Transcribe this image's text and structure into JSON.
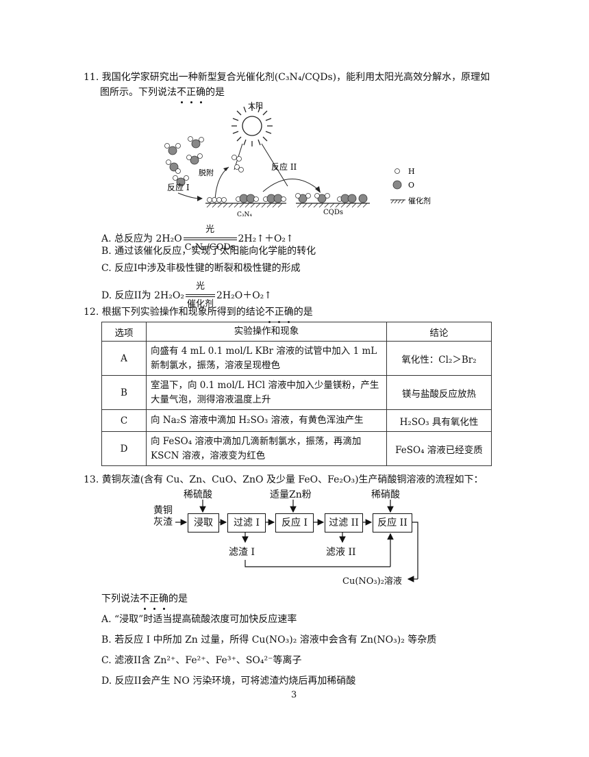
{
  "q11": {
    "line1": "11. 我国化学家研究出一种新型复合光催化剂(C₃N₄/CQDs)，能利用太阳光高效分解水，原理如",
    "line2_pre": "图所示。下列说法",
    "emph": [
      "不",
      "正",
      "确"
    ],
    "line2_post": "的是",
    "figure": {
      "sun": "太阳",
      "desorb": "脱附",
      "reaction1": "反应 I",
      "reaction2": "反应 II",
      "c3n4": "C₃N₄",
      "cqds": "CQDs",
      "legend_h": "H",
      "legend_o": "O",
      "legend_cat": "催化剂"
    },
    "A_pre": "A. 总反应为 2H₂O",
    "A_top": "光",
    "A_bot": "C₃N₄/CQDs",
    "A_post": "2H₂↑＋O₂↑",
    "B": "B. 通过该催化反应，实现了太阳能向化学能的转化",
    "C": "C. 反应I中涉及非极性键的断裂和极性键的形成",
    "D_pre": "D. 反应II为 2H₂O₂",
    "D_top": "光",
    "D_bot": "催化剂",
    "D_post": "2H₂O＋O₂↑"
  },
  "q12": {
    "line_pre": "12. 根据下列实验操作和现象所得到的结论",
    "emph": [
      "不",
      "正",
      "确"
    ],
    "line_post": "的是",
    "headers": [
      "选项",
      "实验操作和现象",
      "结论"
    ],
    "rows": [
      {
        "opt": "A",
        "op": "向盛有 4 mL 0.1 mol/L KBr 溶液的试管中加入 1 mL 新制氯水，振荡，溶液呈现橙色",
        "con": "氧化性：Cl₂＞Br₂"
      },
      {
        "opt": "B",
        "op": "室温下，向 0.1 mol/L HCl 溶液中加入少量镁粉，产生大量气泡，测得溶液温度上升",
        "con": "镁与盐酸反应放热"
      },
      {
        "opt": "C",
        "op": "向 Na₂S 溶液中滴加 H₂SO₃ 溶液，有黄色浑浊产生",
        "con": "H₂SO₃ 具有氧化性"
      },
      {
        "opt": "D",
        "op": "向 FeSO₄ 溶液中滴加几滴新制氯水，振荡，再滴加 KSCN 溶液，溶液变为红色",
        "con": "FeSO₄ 溶液已经变质"
      }
    ]
  },
  "q13": {
    "line": "13. 黄铜灰渣(含有 Cu、Zn、CuO、ZnO 及少量 FeO、Fe₂O₃)生产硝酸铜溶液的流程如下：",
    "flow": {
      "start1": "黄铜",
      "start2": "灰渣",
      "leach": "浸取",
      "filter1": "过滤 I",
      "react1": "反应 I",
      "filter2": "过滤 II",
      "react2": "反应 II",
      "acid1": "稀硫酸",
      "zn": "适量Zn粉",
      "acid2": "稀硝酸",
      "residue": "滤渣 I",
      "filtrate": "滤液 II",
      "product": "Cu(NO₃)₂溶液"
    },
    "ask_pre": "下列说法",
    "emph": [
      "不",
      "正",
      "确"
    ],
    "ask_post": "的是",
    "A": "A. “浸取”时适当提高硫酸浓度可加快反应速率",
    "B": "B. 若反应 I 中所加 Zn 过量，所得 Cu(NO₃)₂ 溶液中会含有 Zn(NO₃)₂ 等杂质",
    "C": "C. 滤液II含 Zn²⁺、Fe²⁺、Fe³⁺、SO₄²⁻等离子",
    "D": "D. 反应II会产生 NO 污染环境，可将滤渣灼烧后再加稀硝酸"
  },
  "page_number": "3"
}
